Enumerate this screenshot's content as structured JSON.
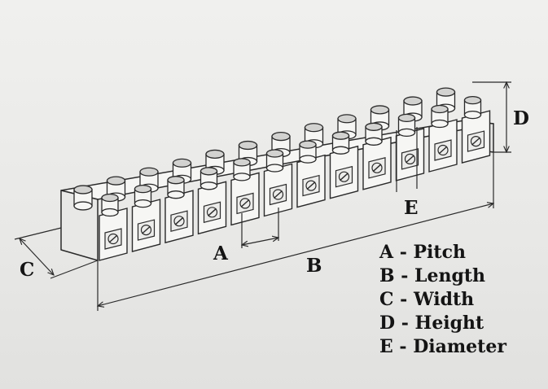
{
  "dimension_letters": {
    "a": "A",
    "b": "B",
    "c": "C",
    "d": "D",
    "e": "E"
  },
  "legend": [
    "A - Pitch",
    "B - Length",
    "C - Width",
    "D - Height",
    "E - Diameter"
  ],
  "colors": {
    "line": "#2a2a2a",
    "block_face": "#f6f6f4",
    "block_shadow": "#d2d2d0",
    "text": "#141414"
  },
  "terminal_count": 12
}
